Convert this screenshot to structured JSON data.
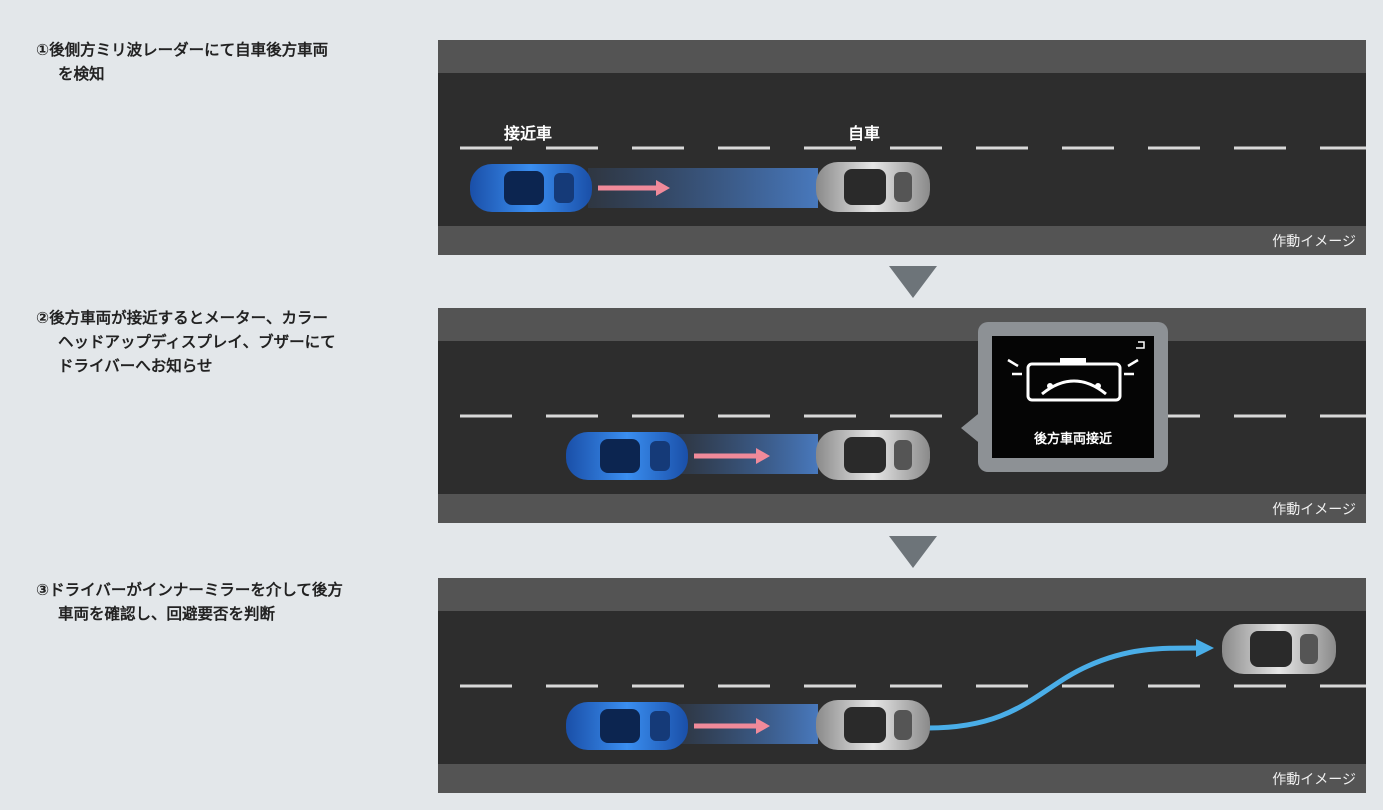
{
  "steps": [
    {
      "lines": [
        "①後側方ミリ波レーダーにて自車後方車両",
        "を検知"
      ],
      "caption": "作動イメージ",
      "labels": {
        "approaching": "接近車",
        "own": "自車"
      }
    },
    {
      "lines": [
        "②後方車両が接近するとメーター、カラー",
        "ヘッドアップディスプレイ、ブザーにて",
        "ドライバーへお知らせ"
      ],
      "caption": "作動イメージ",
      "display_text": "後方車両接近"
    },
    {
      "lines": [
        "③ドライバーがインナーミラーを介して後方",
        "車両を確認し、回避要否を判断"
      ],
      "caption": "作動イメージ"
    }
  ],
  "colors": {
    "road": "#2d2d2d",
    "road_shoulder": "#545454",
    "blue_car": "#2f7de0",
    "own_car": "#cfcfcf",
    "radar_arrow": "#f08a9a",
    "lane_change_arrow": "#4aaee8"
  }
}
